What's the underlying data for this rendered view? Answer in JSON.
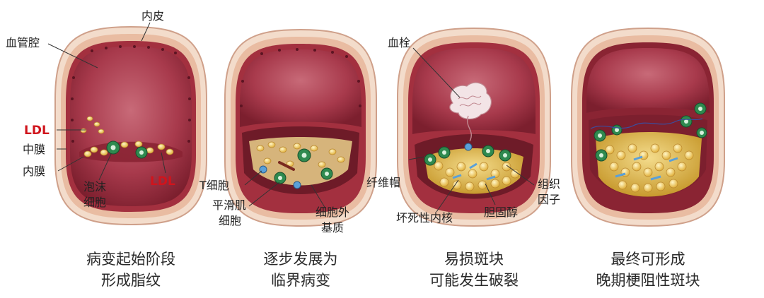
{
  "stages": [
    {
      "caption_line1": "病变起始阶段",
      "caption_line2": "形成脂纹",
      "labels": {
        "endothelium": "内皮",
        "lumen": "血管腔",
        "ldl_left": "LDL",
        "media": "中膜",
        "intima": "内膜",
        "foam_cell_line1": "泡沫",
        "foam_cell_line2": "细胞",
        "ldl_right": "LDL"
      }
    },
    {
      "caption_line1": "逐步发展为",
      "caption_line2": "临界病变",
      "labels": {
        "t_cell": "T细胞",
        "smooth_muscle_line1": "平滑肌",
        "smooth_muscle_line2": "细胞",
        "ecm_line1": "细胞外",
        "ecm_line2": "基质"
      }
    },
    {
      "caption_line1": "易损斑块",
      "caption_line2": "可能发生破裂",
      "labels": {
        "thrombus": "血栓",
        "fibrous_cap": "纤维帽",
        "tissue_factor_line1": "组织",
        "tissue_factor_line2": "因子",
        "necrotic_core": "坏死性内核",
        "cholesterol": "胆固醇"
      }
    },
    {
      "caption_line1": "最终可形成",
      "caption_line2": "晚期梗阻性斑块",
      "labels": {}
    }
  ],
  "colors": {
    "ldl_label": "#d0141c",
    "outer_wall": "#f2dccb",
    "media_wall": "#e7b99e",
    "vessel_red": "#a32f3e",
    "lumen": "#b04757",
    "lipid": "#e2b64c",
    "foam_cell": "#2f8a4f"
  }
}
